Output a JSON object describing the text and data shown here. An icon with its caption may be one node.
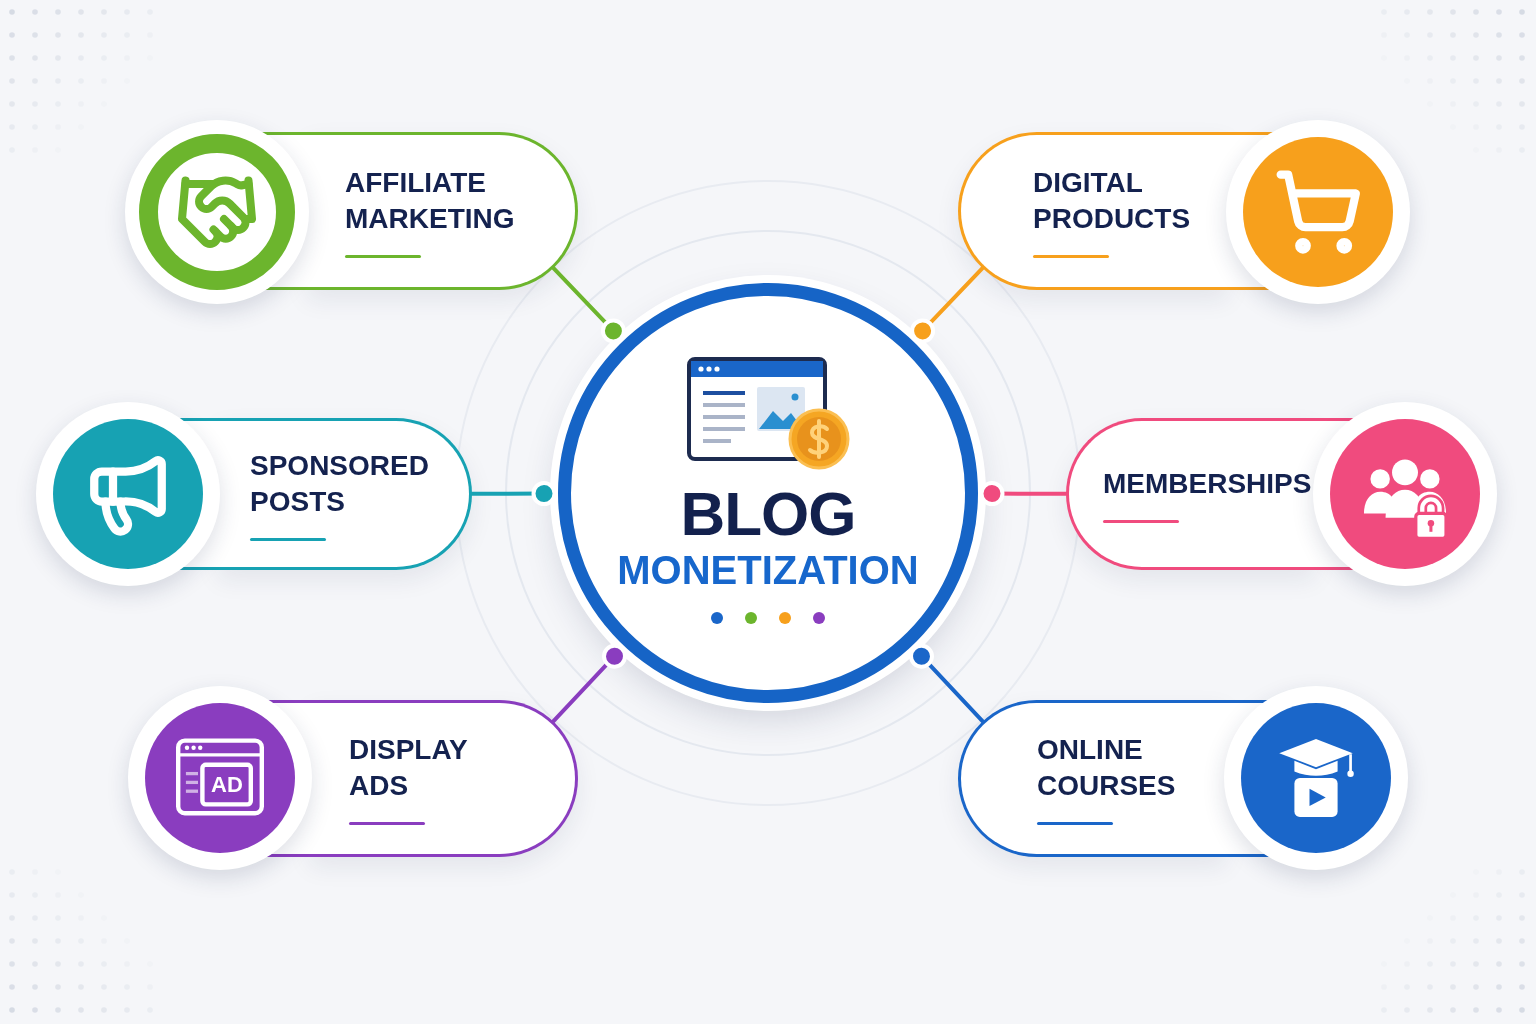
{
  "diagram": {
    "nodes": [
      {
        "text": [
          "AFFILIATE MARKETING"
        ]
      },
      {
        "text": [
          "DIGITAL PRODUCTS"
        ]
      },
      {
        "text": [
          "SPONSORED POSTS"
        ]
      },
      {
        "text": [
          "BLOG",
          "MONETIZATION"
        ]
      },
      {
        "text": [
          "MEMBERSHIPS"
        ]
      },
      {
        "text": [
          "DISPLAY ADS"
        ],
        "beside": [
          "AD"
        ]
      },
      {
        "text": [
          "ONLINE COURSES"
        ]
      }
    ],
    "edges": [
      {
        "from": 3,
        "to": 0,
        "arrow": "other",
        "color": "#6cb52d"
      },
      {
        "from": 3,
        "to": 1,
        "arrow": "other",
        "color": "#f7a01c"
      },
      {
        "from": 3,
        "to": 2,
        "arrow": "other",
        "color": "#17a2b3"
      },
      {
        "from": 3,
        "to": 4,
        "arrow": "other",
        "color": "#f04b7e"
      },
      {
        "from": 3,
        "to": 5,
        "arrow": "other",
        "color": "#8a3dbf"
      },
      {
        "from": 3,
        "to": 6,
        "arrow": "other",
        "color": "#1a66c9"
      }
    ]
  }
}
